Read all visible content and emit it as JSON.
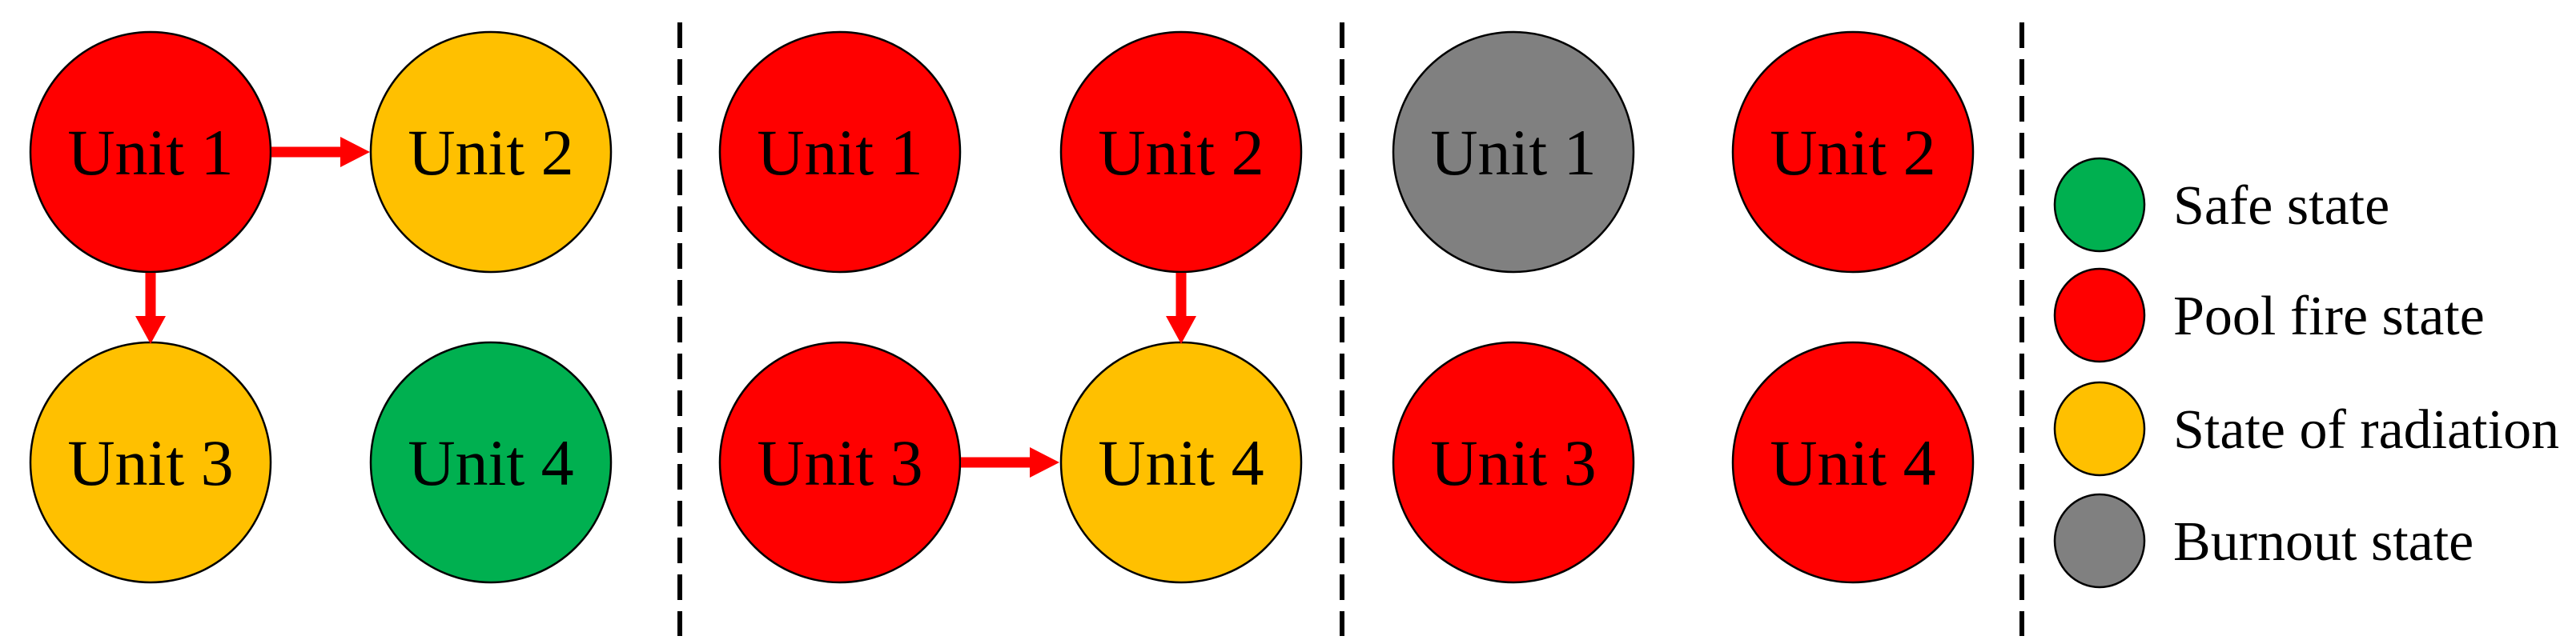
{
  "figure": {
    "description": "Three-stage fire escalation state diagram for four units, separated by dashed dividers, with a state legend",
    "background_color": "#FFFFFF"
  },
  "colors": {
    "arrow": "#FF0000",
    "divider": "#000000",
    "node_border": "#000000",
    "text": "#000000"
  },
  "state_colors": {
    "safe": "#00B050",
    "pool_fire": "#FF0000",
    "radiation": "#FFC000",
    "burnout": "#808080"
  },
  "panels": [
    {
      "name": "stage-1",
      "units": [
        {
          "label": "Unit 1",
          "state": "pool_fire",
          "color": "#FF0000"
        },
        {
          "label": "Unit 2",
          "state": "radiation",
          "color": "#FFC000"
        },
        {
          "label": "Unit 3",
          "state": "radiation",
          "color": "#FFC000"
        },
        {
          "label": "Unit 4",
          "state": "safe",
          "color": "#00B050"
        }
      ],
      "arrows": [
        {
          "from": "Unit 1",
          "to": "Unit 2",
          "direction": "right"
        },
        {
          "from": "Unit 1",
          "to": "Unit 3",
          "direction": "down"
        }
      ]
    },
    {
      "name": "stage-2",
      "units": [
        {
          "label": "Unit 1",
          "state": "pool_fire",
          "color": "#FF0000"
        },
        {
          "label": "Unit 2",
          "state": "pool_fire",
          "color": "#FF0000"
        },
        {
          "label": "Unit 3",
          "state": "pool_fire",
          "color": "#FF0000"
        },
        {
          "label": "Unit 4",
          "state": "radiation",
          "color": "#FFC000"
        }
      ],
      "arrows": [
        {
          "from": "Unit 2",
          "to": "Unit 4",
          "direction": "down"
        },
        {
          "from": "Unit 3",
          "to": "Unit 4",
          "direction": "right"
        }
      ]
    },
    {
      "name": "stage-3",
      "units": [
        {
          "label": "Unit 1",
          "state": "burnout",
          "color": "#808080"
        },
        {
          "label": "Unit 2",
          "state": "pool_fire",
          "color": "#FF0000"
        },
        {
          "label": "Unit 3",
          "state": "pool_fire",
          "color": "#FF0000"
        },
        {
          "label": "Unit 4",
          "state": "pool_fire",
          "color": "#FF0000"
        }
      ],
      "arrows": []
    }
  ],
  "legend": {
    "items": [
      {
        "label": "Safe state",
        "state": "safe",
        "color": "#00B050"
      },
      {
        "label": "Pool fire state",
        "state": "pool_fire",
        "color": "#FF0000"
      },
      {
        "label": "State of radiation",
        "state": "radiation",
        "color": "#FFC000"
      },
      {
        "label": "Burnout state",
        "state": "burnout",
        "color": "#808080"
      }
    ]
  }
}
